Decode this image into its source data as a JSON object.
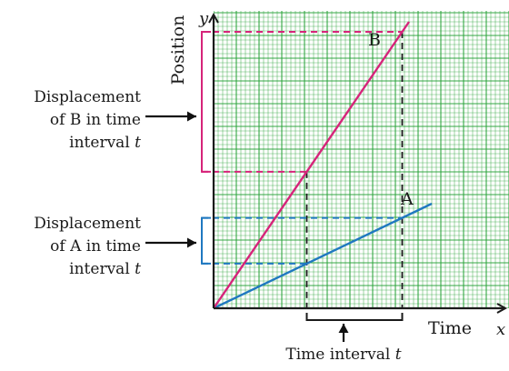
{
  "chart_data": {
    "type": "line",
    "xlabel": "Time",
    "ylabel": "Position",
    "x_axis_symbol": "x",
    "y_axis_symbol": "y",
    "grid": true,
    "xlim": [
      0,
      13
    ],
    "ylim": [
      0,
      12.5
    ],
    "series": [
      {
        "name": "A",
        "x": [
          0,
          9.6
        ],
        "y": [
          0,
          4.6
        ],
        "color": "#1f78c0"
      },
      {
        "name": "B",
        "x": [
          0,
          8.6
        ],
        "y": [
          0,
          12.6
        ],
        "color": "#d6247a"
      }
    ],
    "interval": {
      "t1": 4.1,
      "t2": 8.3
    },
    "annotations": {
      "displacement_b": [
        "Displacement",
        "of B in time",
        "interval t"
      ],
      "displacement_a": [
        "Displacement",
        "of A in time",
        "interval t"
      ],
      "time_interval": "Time interval t"
    },
    "colors": {
      "grid": "#2aa33a",
      "axis": "#1a1a1a",
      "a": "#1f78c0",
      "b": "#d6247a",
      "guide": "#1a1a1a"
    }
  }
}
